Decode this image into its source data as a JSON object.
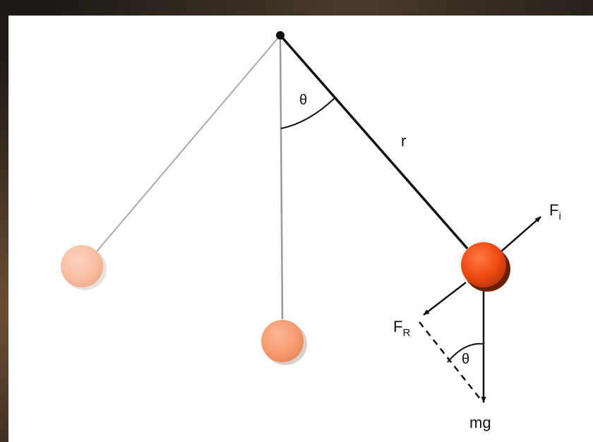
{
  "labels": {
    "theta_top": "θ",
    "length": "r",
    "force_i_main": "F",
    "force_i_sub": "i",
    "force_r_main": "F",
    "force_r_sub": "R",
    "theta_bottom": "θ",
    "weight": "mg"
  },
  "colors": {
    "bob_active": "#f4551e",
    "bob_middle": "#f8a27a",
    "bob_left": "#fac3a8",
    "string_active": "#111111",
    "string_faded": "#aaaaaa",
    "background": "#ffffff"
  }
}
